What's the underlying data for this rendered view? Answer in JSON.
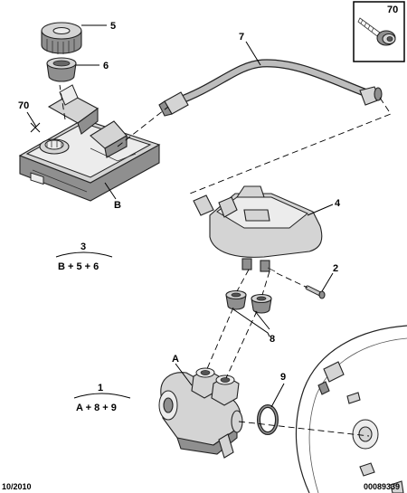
{
  "callouts": {
    "c5": "5",
    "c6": "6",
    "c7": "7",
    "c70_left": "70",
    "c70_inset": "70",
    "cB": "B",
    "c4": "4",
    "c2": "2",
    "c8": "8",
    "cA": "A",
    "c9": "9"
  },
  "formulas": {
    "f3_number": "3",
    "f3_expr": "B + 5 + 6",
    "f1_number": "1",
    "f1_expr": "A + 8 + 9"
  },
  "footer": {
    "date": "10/2010",
    "ref": "00089339"
  }
}
